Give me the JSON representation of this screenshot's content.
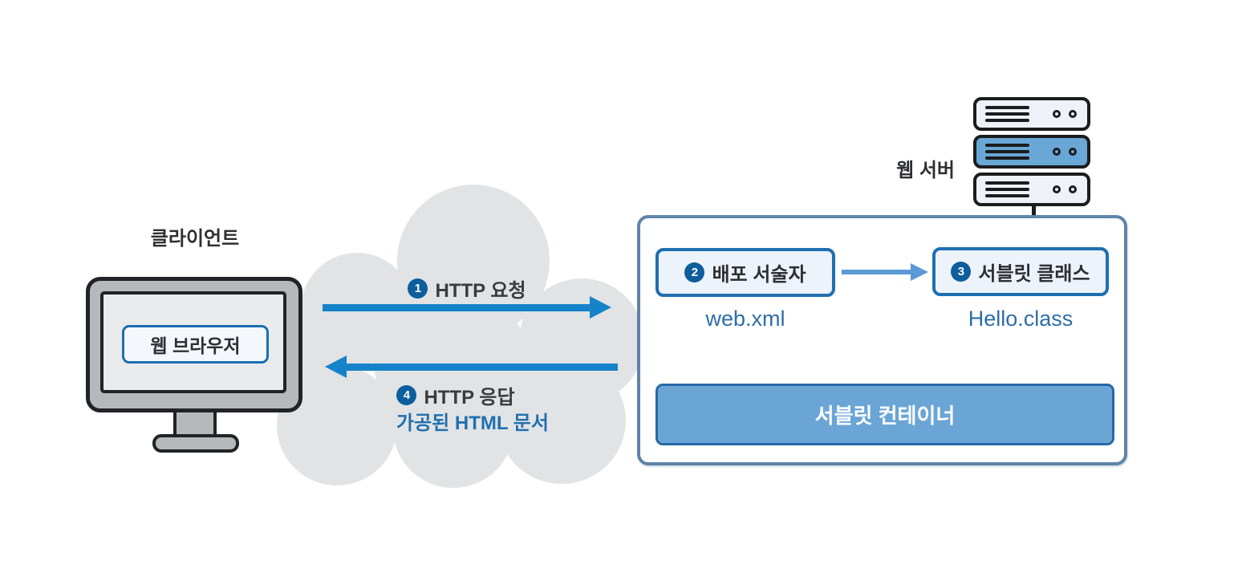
{
  "client": {
    "title": "클라이언트",
    "browser_label": "웹 브라우저"
  },
  "network": {
    "request": {
      "badge": "1",
      "label": "HTTP 요청"
    },
    "response": {
      "badge": "4",
      "label": "HTTP 응답",
      "sublabel": "가공된 HTML 문서"
    }
  },
  "server": {
    "title": "웹 서버",
    "deployment_descriptor": {
      "badge": "2",
      "label": "배포 서술자",
      "file": "web.xml"
    },
    "servlet_class": {
      "badge": "3",
      "label": "서블릿 클래스",
      "file": "Hello.class"
    },
    "container_label": "서블릿 컨테이너"
  },
  "colors": {
    "arrow_blue": "#1583c9",
    "badge_blue": "#0d5e9c",
    "box_border_blue": "#1f6fb0",
    "light_arrow_blue": "#5b9bd5",
    "container_fill_blue": "#6ba5d6",
    "server_unit_blue": "#69a7d6",
    "panel_border": "#5e84a8",
    "cloud_gray": "#e1e3e5",
    "file_text_blue": "#2e6da6"
  }
}
